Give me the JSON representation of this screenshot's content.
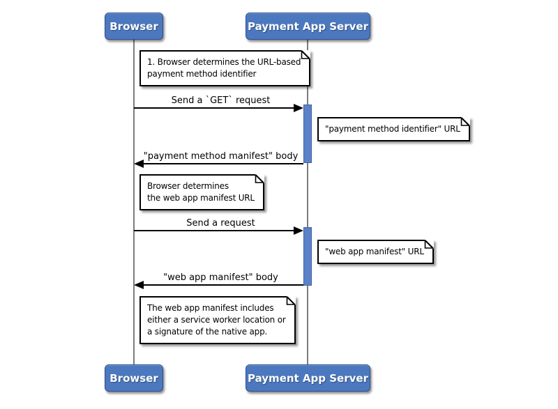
{
  "colors": {
    "actor-fill": "#4b78bf",
    "actor-border": "#2d4f8e",
    "actor-text": "#ffffff",
    "activation-fill": "#5b82c9",
    "activation-border": "#41639f",
    "lifeline": "#7c7c7c",
    "message-line": "#000000",
    "note-bg": "#ffffff",
    "note-border": "#000000"
  },
  "actors": {
    "browser": {
      "label": "Browser"
    },
    "server": {
      "label": "Payment App Server"
    }
  },
  "messages": [
    {
      "direction": "right",
      "label": "Send a `GET` request"
    },
    {
      "direction": "left",
      "label": "\"payment method manifest\" body"
    },
    {
      "direction": "right",
      "label": "Send a request"
    },
    {
      "direction": "left",
      "label": "\"web app manifest\" body"
    }
  ],
  "notes": [
    {
      "lines": [
        "1. Browser determines the URL-based",
        "payment method identifier"
      ]
    },
    {
      "lines": [
        "\"payment method identifier\" URL"
      ]
    },
    {
      "lines": [
        "Browser determines",
        "the web app manifest URL"
      ]
    },
    {
      "lines": [
        "\"web app manifest\" URL"
      ]
    },
    {
      "lines": [
        "The web app manifest includes",
        "either a service worker location or",
        "a signature of the native app."
      ]
    }
  ]
}
